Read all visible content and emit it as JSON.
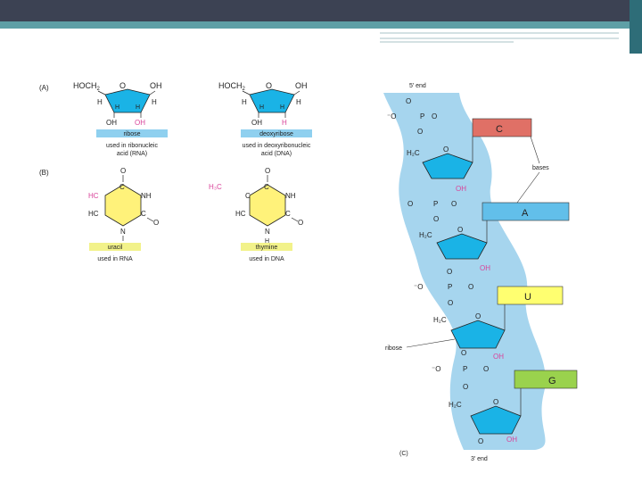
{
  "panels": {
    "a": "(A)",
    "b": "(B)",
    "c": "(C)"
  },
  "sugar": {
    "hoch2": "HOCH",
    "sub2": "2",
    "o": "O",
    "oh": "OH",
    "h": "H",
    "ribose_label": "ribose",
    "ribose_caption_1": "used in ribonucleic",
    "ribose_caption_2": "acid (RNA)",
    "deoxy_label": "deoxyribose",
    "deoxy_caption_1": "used in deoxyribonucleic",
    "deoxy_caption_2": "acid (DNA)"
  },
  "bases_structs": {
    "o": "O",
    "c": "C",
    "nh": "NH",
    "hc": "HC",
    "n": "N",
    "h": "H",
    "methyl": "H₃C",
    "uracil_label": "uracil",
    "uracil_caption": "used in RNA",
    "thymine_label": "thymine",
    "thymine_caption": "used in DNA"
  },
  "strand": {
    "five_end": "5′ end",
    "three_end": "3′ end",
    "phosphate_o_minus": "⁻O",
    "p": "P",
    "o": "O",
    "oh": "OH",
    "h2c": "H₂C",
    "bases_label": "bases",
    "ribose_label": "ribose",
    "base_letters": [
      "C",
      "A",
      "U",
      "G"
    ]
  },
  "colors": {
    "backbone": "#a6d5ee",
    "sugar_ring": "#1ab3e6",
    "base_ring": "#fff27a",
    "label_blue": "#8fd0ef",
    "label_yellow": "#f2f28a",
    "pink": "#d9449a",
    "base_c": "#e07066",
    "base_a": "#62bfea",
    "base_u": "#ffff70",
    "base_g": "#9ad24d"
  }
}
